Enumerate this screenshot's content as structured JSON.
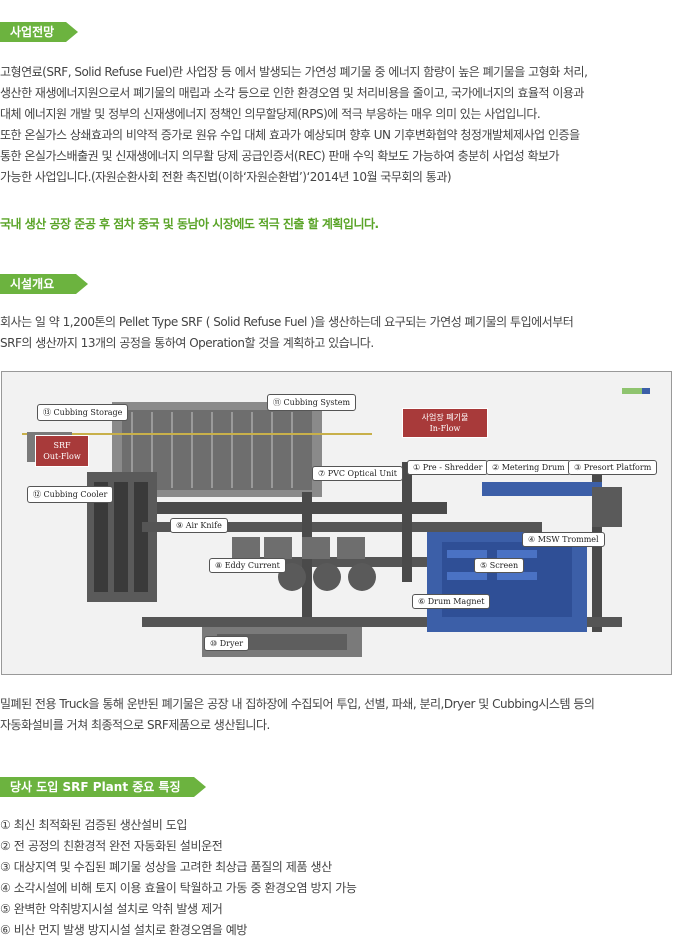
{
  "sections": {
    "outlook": {
      "title": "사업전망",
      "lines": [
        "고형연료(SRF, Solid Refuse Fuel)란 사업장 등 에서 발생되는 가연성 폐기물 중 에너지 함량이 높은 폐기물을 고형화 처리,",
        "생산한 재생에너지원으로서 폐기물의 매립과 소각 등으로 인한 환경오염 및 처리비용을 줄이고, 국가에너지의 효율적 이용과",
        "대체 에너지원 개발 및 정부의 신재생에너지 정책인 의무할당제(RPS)에 적극 부응하는 매우 의미 있는 사업입니다.",
        "또한 온실가스 상쇄효과의 비약적 증가로 원유 수입 대체 효과가 예상되며 향후 UN 기후변화협약 청정개발체제사업 인증을",
        "통한 온실가스배출권 및 신재생에너지 의무활 당제 공급인증서(REC) 판매 수익 확보도 가능하여 충분히 사업성 확보가",
        "가능한 사업입니다.(자원순환사회 전환 촉진법(이하‘자원순환법’)‘2014년 10월 국무회의 통과)"
      ],
      "highlight": "국내 생산 공장 준공 후 점차 중국 및 동남아 시장에도 적극 진출 할 계획입니다."
    },
    "facility": {
      "title": "시설개요",
      "lines": [
        "회사는 일 약 1,200톤의 Pellet Type SRF ( Solid Refuse Fuel )을 생산하는데 요구되는 가연성 폐기물의 투입에서부터",
        "SRF의 생산까지 13개의 공정을 통하여 Operation할 것을 계획하고 있습니다."
      ],
      "after_lines": [
        "밀폐된 전용 Truck을 통해 운반된 폐기물은 공장 내 집하장에 수집되어 투입, 선별, 파쇄, 분리,Dryer 및 Cubbing시스템 등의",
        "자동화설비를 거쳐 최종적으로 SRF제품으로 생산됩니다."
      ]
    },
    "features": {
      "title": "당사 도입 SRF Plant 중요 특징",
      "items": [
        "① 최신 최적화된 검증된 생산설비 도입",
        "② 전 공정의 친환경적 완전 자동화된 설비운전",
        "③ 대상지역 및 수집된 폐기물 성상을 고려한 최상급 품질의 제품 생산",
        "④ 소각시설에 비해 토지 이용 효율이 탁월하고 가동 중 환경오염 방지 가능",
        "⑤ 완벽한 악취방지시설 설치로 악취 발생 제거",
        "⑥ 비산 먼지 발생 방지시설 설치로 환경오염을 예방"
      ]
    }
  },
  "diagram": {
    "labels": {
      "cubbing_storage": "⑬ Cubbing Storage",
      "cubbing_system": "⑪ Cubbing System",
      "srf_out_1": "SRF",
      "srf_out_2": "Out-Flow",
      "inflow_1": "사업장 폐기물",
      "inflow_2": "In-Flow",
      "pvc": "⑦ PVC Optical Unit",
      "pre_shredder": "① Pre - Shredder",
      "metering": "② Metering Drum",
      "presort": "③ Presort Platform",
      "cubbing_cooler": "⑫ Cubbing Cooler",
      "air_knife": "⑨ Air Knife",
      "msw": "④ MSW Trommel",
      "eddy": "⑧ Eddy Current",
      "screen": "⑤ Screen",
      "drum_magnet": "⑥ Drum Magnet",
      "dryer": "⑩ Dryer"
    },
    "colors": {
      "blue": "#3c5fa8",
      "gray": "#7a7a7a",
      "dark": "#4a4a4a",
      "red": "#a83a3a"
    }
  },
  "colors": {
    "tag": "#6cb33f",
    "highlight": "#5aa428"
  }
}
